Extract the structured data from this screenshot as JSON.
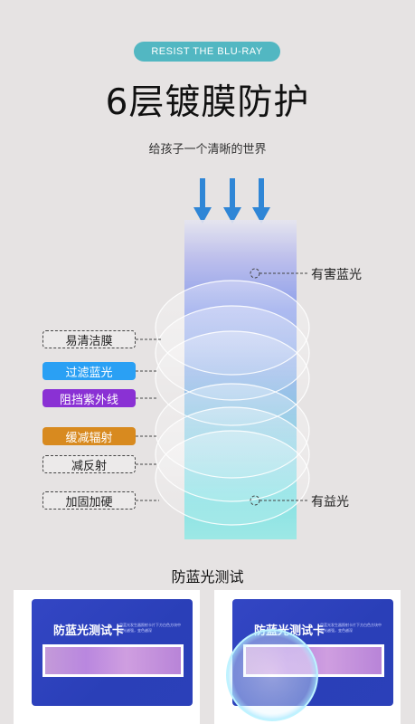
{
  "header": {
    "badge": "RESIST THE BLU-RAY",
    "title": "6层镀膜防护",
    "subtitle": "给孩子一个清晰的世界"
  },
  "diagram": {
    "top_label": "有害蓝光",
    "bottom_label": "有益光",
    "layers": [
      {
        "label": "易清洁膜",
        "style": "dashed"
      },
      {
        "label": "过滤蓝光",
        "style": "blue",
        "color": "#2aa0f4"
      },
      {
        "label": "阻挡紫外线",
        "style": "purple",
        "color": "#8a31d4"
      },
      {
        "label": "缓减辐射",
        "style": "orange",
        "color": "#d88a1f"
      },
      {
        "label": "减反射",
        "style": "dashed"
      },
      {
        "label": "加固加硬",
        "style": "dashed"
      }
    ],
    "arrow_color": "#2f86d6",
    "beam_colors": [
      "#bdbfec",
      "#8ea0ea",
      "#86e0e4"
    ]
  },
  "test": {
    "title": "防蓝光测试",
    "card_title": "防蓝光测试卡",
    "card_fine_print": "用蓝光发生器照射卡片下方白色方块中 蓝光越强，变色越深",
    "panels": [
      {
        "state": "without-lens"
      },
      {
        "state": "with-lens"
      }
    ]
  }
}
